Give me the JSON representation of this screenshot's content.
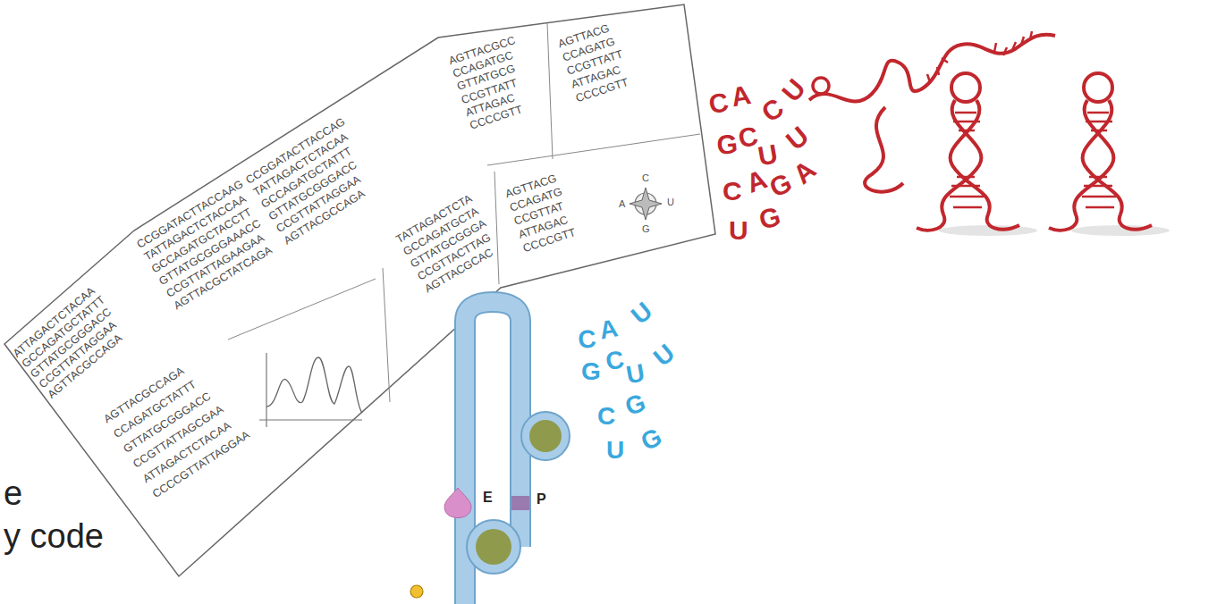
{
  "diagram": {
    "labels": [
      "ATTAGACTCTACAA",
      "GCCAGATGCTATTT",
      "GTTATGCGGGACC",
      "CCGTTATTAGGAA",
      "AGTTACGCCAGA",
      "AGTTACGCCAGA",
      "CCAGATGCTATTT",
      "GTTATGCGGGACC",
      "CCGTTATTAGCGAA",
      "ATTAGACTCTACAA",
      "CCCCGTTATTAGGAA",
      "CCGGATACTTACCAAG",
      "TATTAGACTCTACCAA",
      "GCCAGATGCTACCTT",
      "GTTATGCGGGAAACC",
      "CCGTTATTAGAAGAA",
      "AGTTACGCTATCAGA",
      "CCGGATACTTACCAG",
      "TATTAGACTCTACAA",
      "GCCAGATGCTATTT",
      "GTTATGCGGGACC",
      "CCGTTATTAGGAA",
      "AGTTACGCCAGA",
      "AGTTACGCC",
      "CCAGATGC",
      "GTTATGCG",
      "CCGTTATT",
      "ATTAGAC",
      "CCCCGTT",
      "AGTTACG",
      "CCAGATG",
      "CCGTTATT",
      "ATTAGAC",
      "CCCCGTT",
      "TATTAGACTCTA",
      "GCCAGATGCTA",
      "GTTATGCGGGA",
      "CCGTTACTTAG",
      "AGTTACGCAC",
      "AGTTACG",
      "CCAGATG",
      "CCGTTAT",
      "ATTAGAC",
      "CCCCGTT",
      "C",
      "U",
      "A",
      "G",
      "C",
      "A",
      "C",
      "U",
      "G",
      "C",
      "U",
      "U",
      "C",
      "A",
      "G",
      "A",
      "U",
      "G",
      "C",
      "A",
      "U",
      "G",
      "C",
      "U",
      "U",
      "C",
      "G",
      "U",
      "G",
      "E",
      "P",
      "e",
      "y code"
    ]
  }
}
